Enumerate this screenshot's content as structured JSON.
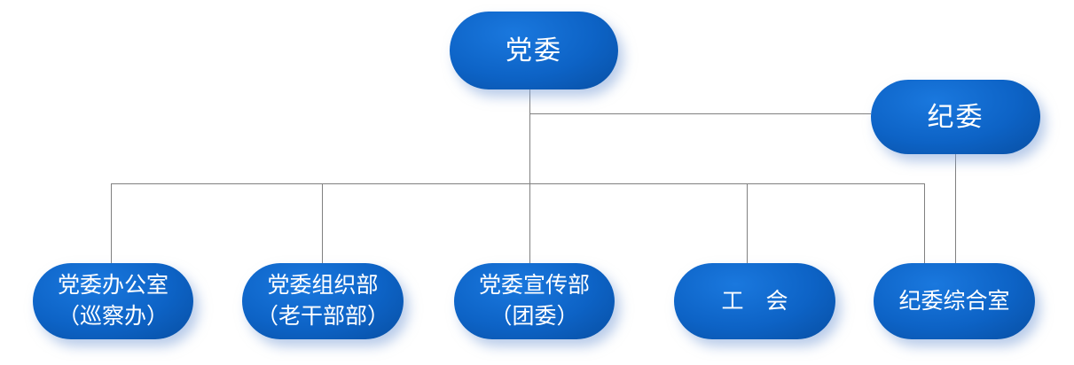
{
  "org": {
    "nodes": {
      "party_committee": {
        "id": "party-committee",
        "label": "党委"
      },
      "discipline_committee": {
        "id": "discipline-committee",
        "label": "纪委"
      },
      "children": [
        {
          "id": "party-office",
          "line1": "党委办公室",
          "line2": "（巡察办）"
        },
        {
          "id": "organization-dept",
          "line1": "党委组织部",
          "line2": "（老干部部）"
        },
        {
          "id": "publicity-dept",
          "line1": "党委宣传部",
          "line2": "（团委）"
        },
        {
          "id": "labor-union",
          "line1": "工　会",
          "line2": ""
        },
        {
          "id": "discipline-office",
          "line1": "纪委综合室",
          "line2": ""
        }
      ]
    },
    "edges": [
      {
        "from": "party-committee",
        "to": "discipline-committee"
      },
      {
        "from": "party-committee",
        "to": "party-office"
      },
      {
        "from": "party-committee",
        "to": "organization-dept"
      },
      {
        "from": "party-committee",
        "to": "publicity-dept"
      },
      {
        "from": "party-committee",
        "to": "labor-union"
      },
      {
        "from": "party-committee",
        "to": "discipline-office"
      },
      {
        "from": "discipline-committee",
        "to": "discipline-office"
      }
    ]
  },
  "colors": {
    "blue-light": "#1a78de",
    "blue-mid": "#0d63c6",
    "blue-dark": "#084fa3",
    "line-gray": "#808080",
    "text-white": "#ffffff"
  }
}
